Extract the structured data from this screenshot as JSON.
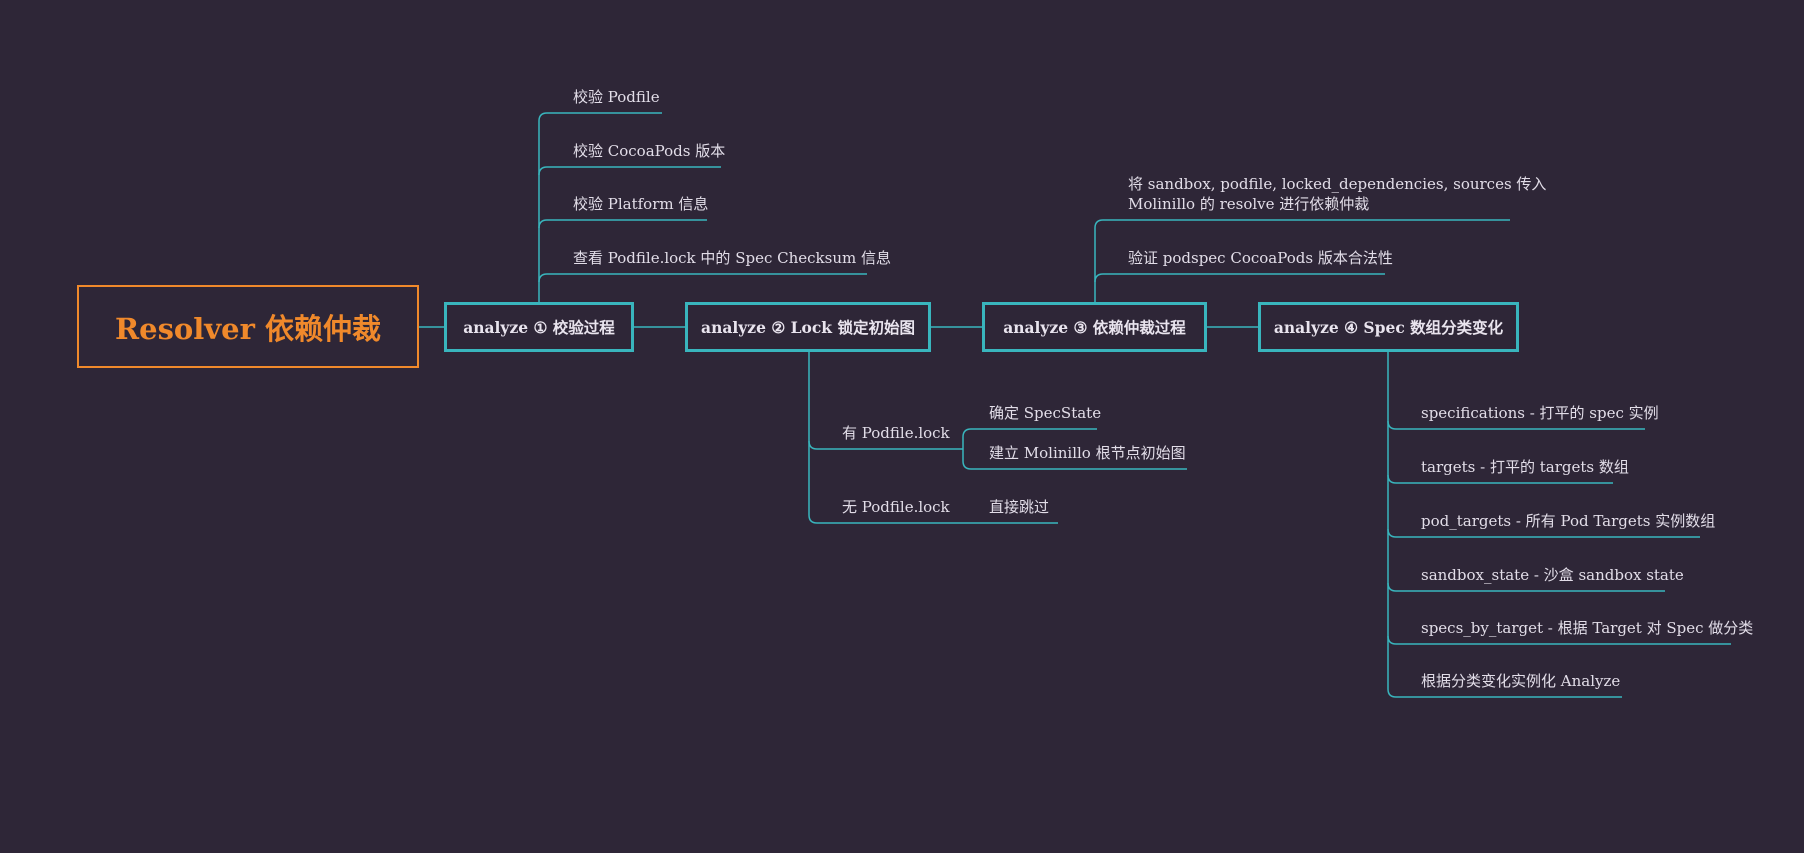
{
  "colors": {
    "background": "#2e2637",
    "root_accent": "#f0892b",
    "branch": "#39b5bd",
    "text": "#e2dde8"
  },
  "root": {
    "label": "Resolver 依赖仲裁"
  },
  "stages": [
    {
      "label": "analyze ① 校验过程",
      "items": [
        "校验 Podfile",
        "校验 CocoaPods 版本",
        "校验 Platform 信息",
        "查看 Podfile.lock 中的 Spec Checksum 信息"
      ]
    },
    {
      "label": "analyze ② Lock 锁定初始图",
      "branches": [
        {
          "label": "有 Podfile.lock",
          "items": [
            "确定 SpecState",
            "建立 Molinillo 根节点初始图"
          ]
        },
        {
          "label": "无 Podfile.lock",
          "items": [
            "直接跳过"
          ]
        }
      ]
    },
    {
      "label": "analyze ③  依赖仲裁过程",
      "items": [
        [
          "将 sandbox, podfile, locked_dependencies, sources 传入",
          "Molinillo 的 resolve 进行依赖仲裁"
        ],
        "验证  podspec CocoaPods 版本合法性"
      ]
    },
    {
      "label": "analyze ④ Spec 数组分类变化",
      "items": [
        "specifications - 打平的 spec 实例",
        "targets - 打平的 targets 数组",
        "pod_targets - 所有 Pod Targets 实例数组",
        "sandbox_state - 沙盒 sandbox state",
        "specs_by_target - 根据 Target 对 Spec 做分类",
        "根据分类变化实例化 Analyze"
      ]
    }
  ]
}
